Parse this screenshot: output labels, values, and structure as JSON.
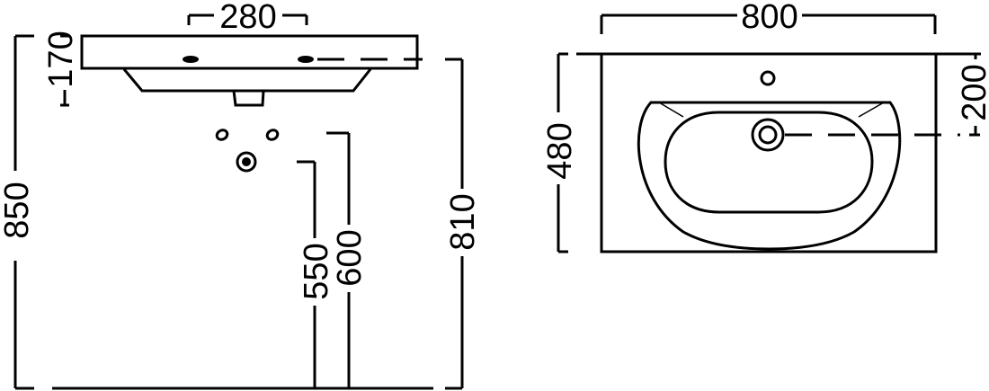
{
  "side_view": {
    "dim_faucet_spacing": "280",
    "dim_basin_depth": "170",
    "dim_total_height": "850",
    "dim_waste_height": "550",
    "dim_supply_height": "600",
    "dim_rim_height": "810"
  },
  "top_view": {
    "dim_width": "800",
    "dim_depth": "480",
    "dim_drain_offset": "200"
  }
}
